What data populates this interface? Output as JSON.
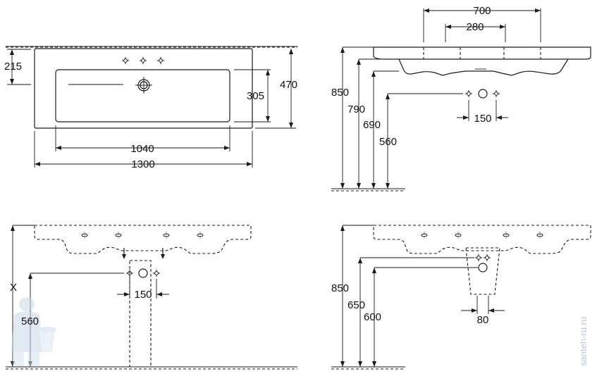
{
  "top_view": {
    "width_overall": "1300",
    "width_basin": "1040",
    "depth_overall": "470",
    "depth_basin": "305",
    "depth_front": "215"
  },
  "side_view": {
    "h_850": "850",
    "h_790": "790",
    "h_690": "690",
    "h_560": "560",
    "w_700": "700",
    "w_280": "280",
    "w_150": "150"
  },
  "front_view_left": {
    "h_x": "X",
    "h_560": "560",
    "w_150": "150"
  },
  "front_view_right": {
    "h_850": "850",
    "h_650": "650",
    "h_600": "600",
    "w_80": "80"
  },
  "watermark": "santeh-ru.ru"
}
